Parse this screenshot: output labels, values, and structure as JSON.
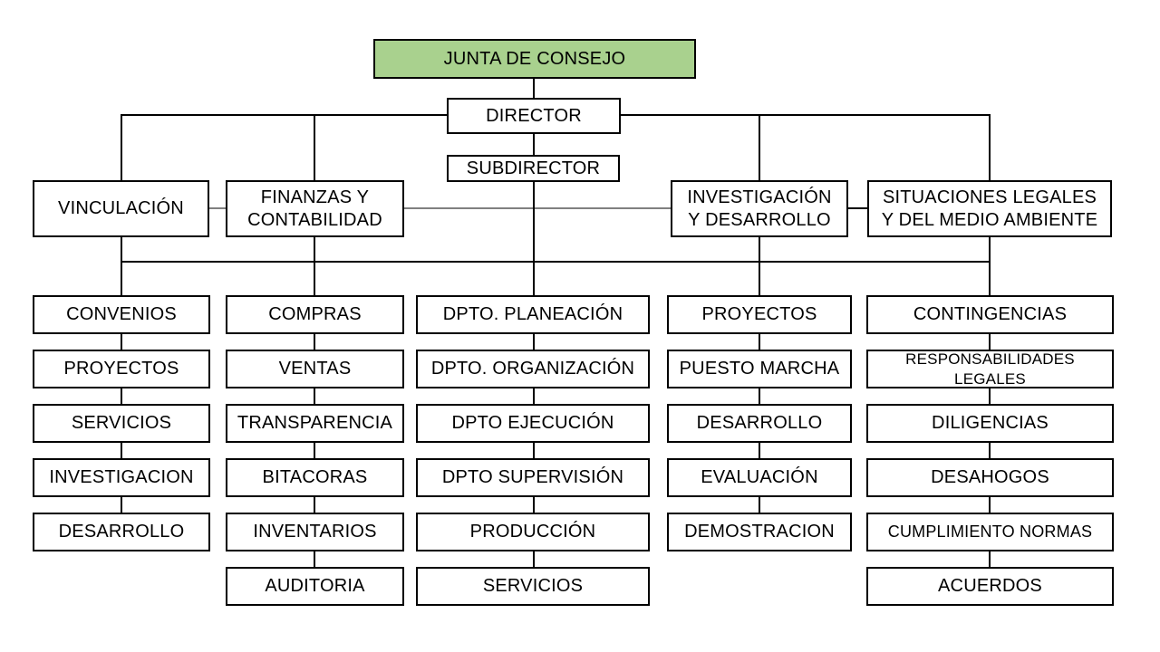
{
  "diagram_type": "organizational-chart",
  "colors": {
    "root_fill": "#a9d18e",
    "node_fill": "#ffffff",
    "border": "#000000",
    "connector_black": "#000000",
    "connector_gray": "#808080"
  },
  "org": {
    "root": "JUNTA DE CONSEJO",
    "director": "DIRECTOR",
    "subdirector": "SUBDIRECTOR",
    "departments": [
      {
        "label": "VINCULACIÓN"
      },
      {
        "label": "FINANZAS Y\nCONTABILIDAD"
      },
      {
        "label": "INVESTIGACIÓN\nY DESARROLLO"
      },
      {
        "label": "SITUACIONES LEGALES\nY DEL MEDIO AMBIENTE"
      }
    ],
    "columns": [
      {
        "items": [
          "CONVENIOS",
          "PROYECTOS",
          "SERVICIOS",
          "INVESTIGACION",
          "DESARROLLO"
        ]
      },
      {
        "items": [
          "COMPRAS",
          "VENTAS",
          "TRANSPARENCIA",
          "BITACORAS",
          "INVENTARIOS",
          "AUDITORIA"
        ]
      },
      {
        "items": [
          "DPTO. PLANEACIÓN",
          "DPTO. ORGANIZACIÓN",
          "DPTO EJECUCIÓN",
          "DPTO SUPERVISIÓN",
          "PRODUCCIÓN",
          "SERVICIOS"
        ]
      },
      {
        "items": [
          "PROYECTOS",
          "PUESTO MARCHA",
          "DESARROLLO",
          "EVALUACIÓN",
          "DEMOSTRACION"
        ]
      },
      {
        "items": [
          "CONTINGENCIAS",
          "RESPONSABILIDADES LEGALES",
          "DILIGENCIAS",
          "DESAHOGOS",
          "CUMPLIMIENTO NORMAS",
          "ACUERDOS"
        ]
      }
    ]
  }
}
